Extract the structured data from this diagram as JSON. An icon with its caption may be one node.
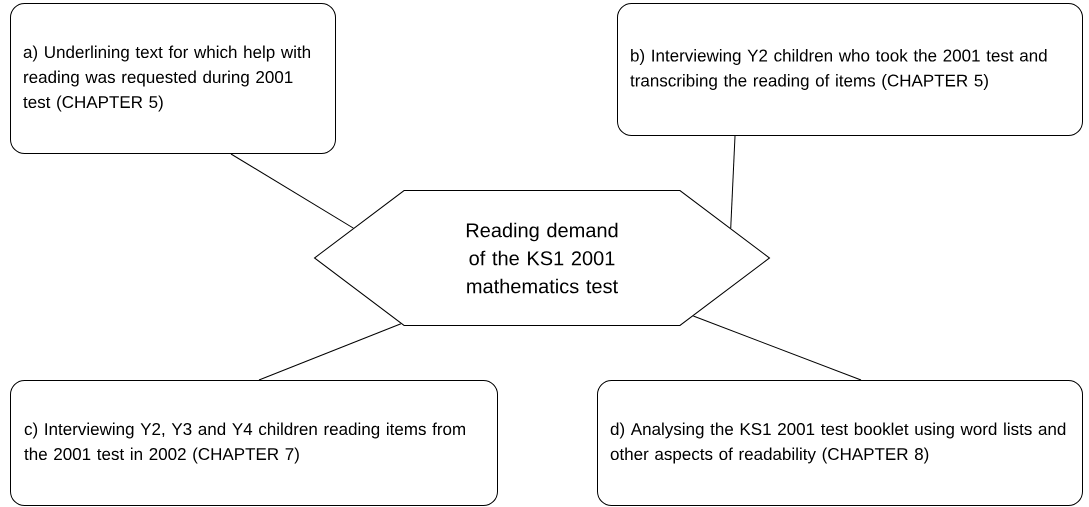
{
  "diagram": {
    "nodes": [
      {
        "text": [
          "a) Underlining text for which help with reading was requested during 2001 test (CHAPTER 5)"
        ]
      },
      {
        "text": [
          "b) Interviewing Y2 children who took the 2001 test and transcribing the reading of items (CHAPTER 5)"
        ]
      },
      {
        "text": [
          "c) Interviewing Y2, Y3 and Y4 children reading items from the 2001 test in 2002 (CHAPTER 7)"
        ]
      },
      {
        "text": [
          "d) Analysing the KS1 2001 test booklet using word lists and other aspects of readability (CHAPTER 8)"
        ]
      },
      {
        "text": [
          "Reading demand of the KS1 2001 mathematics test"
        ]
      }
    ],
    "edges": [
      {
        "from": 0,
        "to": 4,
        "arrow": "none"
      },
      {
        "from": 1,
        "to": 4,
        "arrow": "none"
      },
      {
        "from": 2,
        "to": 4,
        "arrow": "none"
      },
      {
        "from": 3,
        "to": 4,
        "arrow": "none"
      }
    ]
  }
}
